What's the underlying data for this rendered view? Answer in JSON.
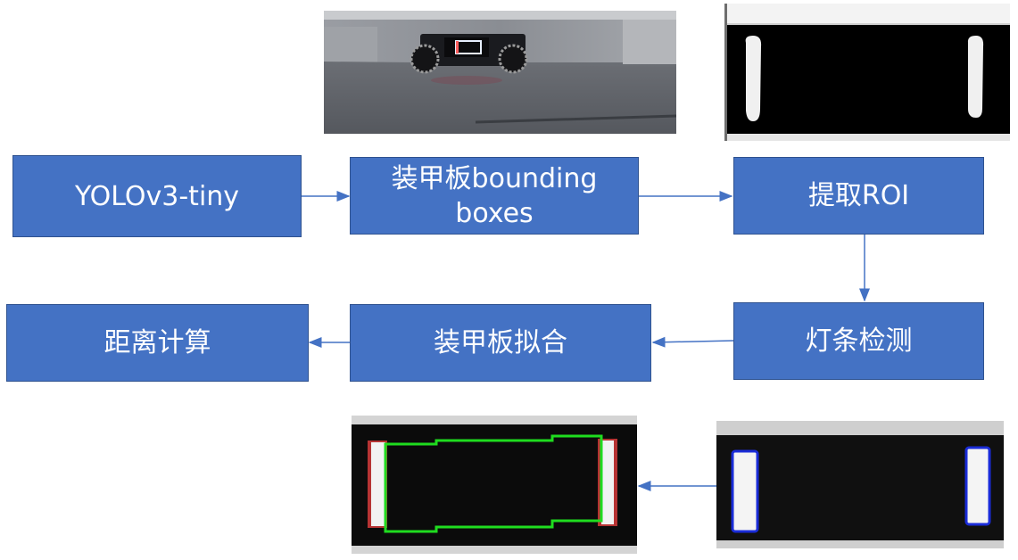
{
  "nodes": {
    "yolo": "YOLOv3-tiny",
    "bbox": "装甲板bounding boxes",
    "roi": "提取ROI",
    "lightbar": "灯条检测",
    "fit": "装甲板拟合",
    "distance": "距离计算"
  },
  "colors": {
    "box_fill": "#4472c4",
    "box_border": "#2f528f",
    "arrow": "#4472c4",
    "contour_green": "#1fdc1f",
    "contour_blue": "#1a2cd8"
  },
  "images": {
    "robot_photo": "robot-camera-photo",
    "binary_mask": "binary-mask-roi",
    "armor_fit_result": "armor-fit-green-contour",
    "lightbar_detect_result": "lightbar-blue-contours"
  }
}
